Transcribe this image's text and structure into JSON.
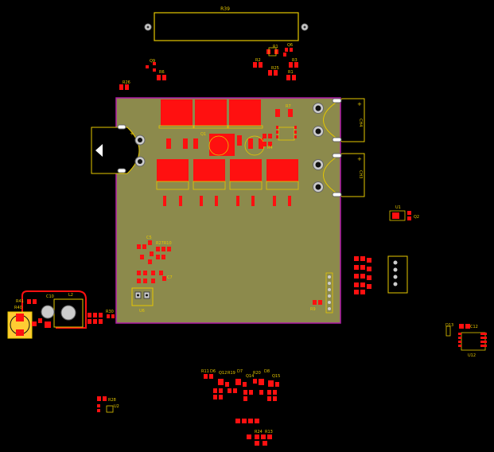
{
  "labels": {
    "r39": "R39",
    "q9": "Q9",
    "r6": "R6",
    "r26": "R26",
    "r1a": "R1",
    "q6": "Q6",
    "r2": "R2",
    "r3": "R3",
    "r25": "R25",
    "r1b": "R1",
    "r7": "R7",
    "r4": "R4",
    "q1": "Q1",
    "u6": "U6",
    "l2": "L2",
    "c10": "C10",
    "r40": "R40",
    "r41": "R41",
    "r30": "R30",
    "u1": "U1",
    "q2": "Q2",
    "d13": "D13",
    "c12": "C12",
    "u12": "U12",
    "r11": "R11",
    "d6": "D6",
    "q12": "Q12",
    "r19": "R19",
    "d7": "D7",
    "q14": "Q14",
    "r20": "R20",
    "d8": "D8",
    "q15": "Q15",
    "r28": "R28",
    "u2": "U2",
    "r24": "R24",
    "r13": "R13",
    "ch4": "CH4",
    "ch3": "CH3",
    "c5": "C5",
    "r27r10": "R27R10",
    "c7": "C7",
    "r9": "R9",
    "q4": "Q4",
    "u8": "U8"
  },
  "colors": {
    "background": "#000000",
    "board": "#8c8a4c",
    "outline": "#b01ca8",
    "copper": "#ff1010",
    "silkscreen": "#e6c700",
    "pad_gray": "#a0a0a0"
  }
}
